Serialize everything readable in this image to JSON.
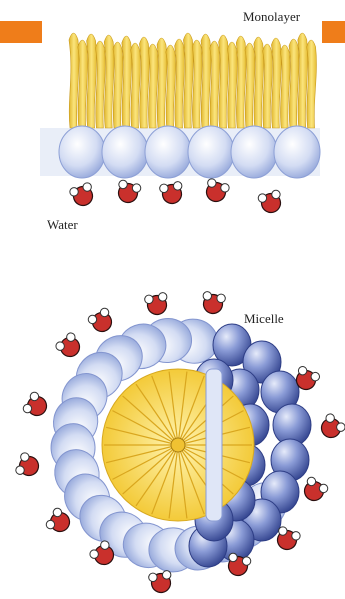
{
  "labels": {
    "monolayer": "Monolayer",
    "water": "Water",
    "micelle": "Micelle"
  },
  "colors": {
    "accent": "#ef7d1a",
    "tail_yellow": "#f2d04a",
    "head_blue": "#b7c6ea",
    "head_blue_dark": "#4a5da8",
    "water_red": "#c9302c"
  },
  "icons": {
    "water_molecule": "water-molecule-icon"
  }
}
